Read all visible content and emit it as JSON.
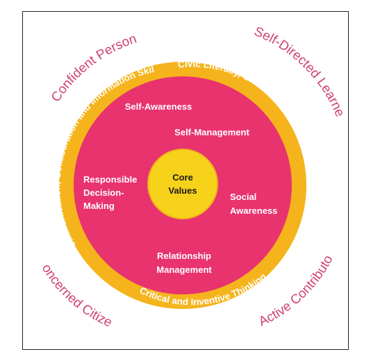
{
  "colors": {
    "outer_ring": "#f5b41c",
    "inner_circle": "#e8336e",
    "core": "#f7d21a",
    "core_border": "#f0b419",
    "outer_text": "#d0426e",
    "frame": "#222222"
  },
  "outcomes": {
    "top_left": "Confident Person",
    "top_right": "Self-Directed Learner",
    "bottom_left": "Concerned Citizen",
    "bottom_right": "Active Contributor"
  },
  "ring": {
    "top": "Civic Literacy, Global Awareness and Cross-Cultural Skills",
    "left": "Communication, Collaboration and Information Skills",
    "bottom": "Critical and Inventive Thinking"
  },
  "competencies": {
    "self_awareness": "Self-Awareness",
    "self_management": "Self-Management",
    "responsible_line1": "Responsible",
    "responsible_line2": "Decision-",
    "responsible_line3": "Making",
    "social_line1": "Social",
    "social_line2": "Awareness",
    "relationship_line1": "Relationship",
    "relationship_line2": "Management"
  },
  "core": {
    "line1": "Core",
    "line2": "Values"
  }
}
